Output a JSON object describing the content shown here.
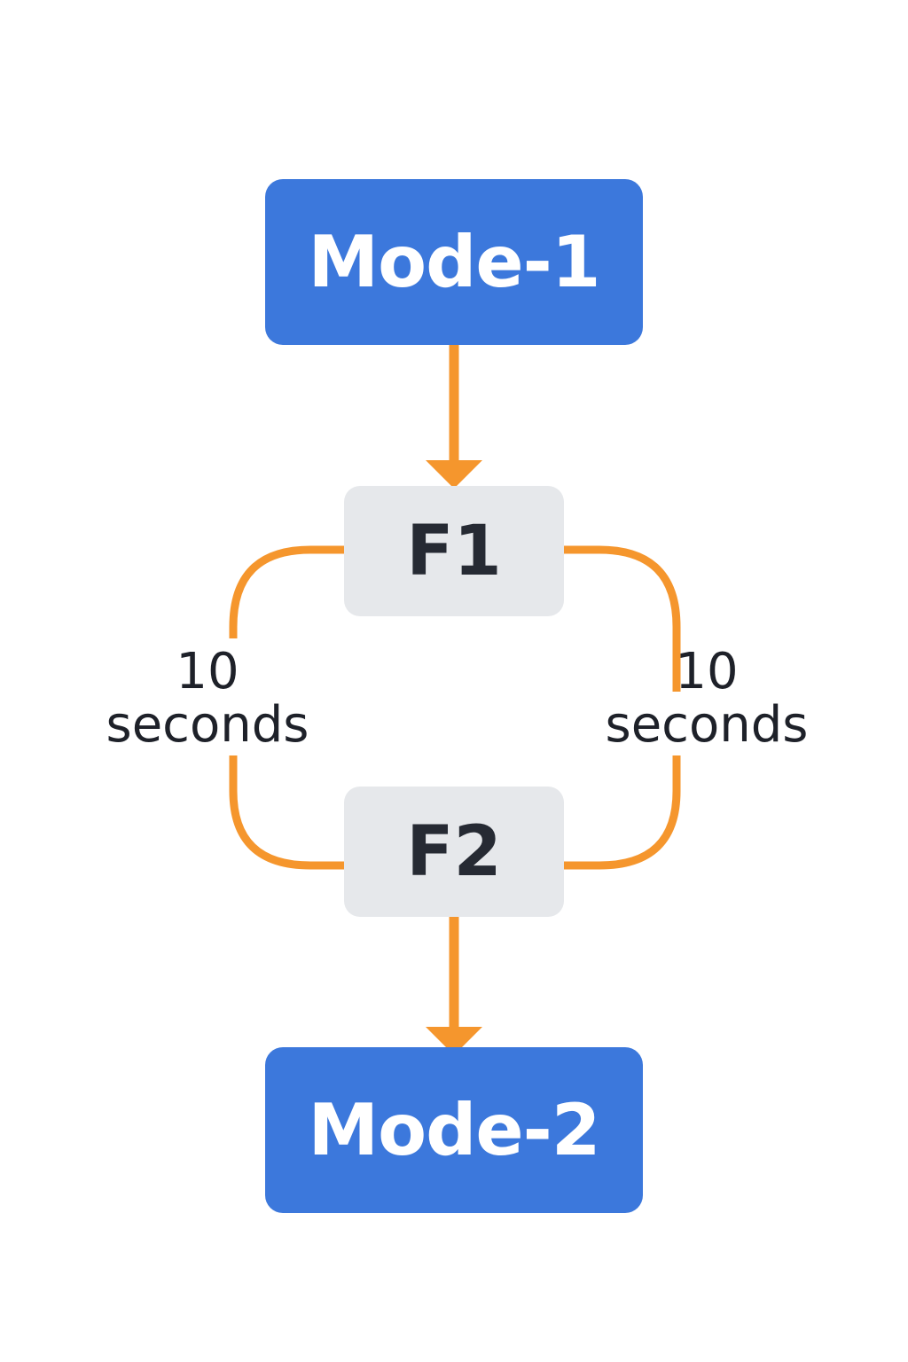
{
  "colors": {
    "mode_fill": "#3c78dc",
    "mode_text": "#ffffff",
    "state_fill": "#e6e8eb",
    "state_text": "#262a33",
    "connector": "#f5962d",
    "label_text": "#1e2129"
  },
  "nodes": {
    "mode1": "Mode-1",
    "f1": "F1",
    "f2": "F2",
    "mode2": "Mode-2"
  },
  "edges": {
    "left_label": {
      "line1": "10",
      "line2": "seconds"
    },
    "right_label": {
      "line1": "10",
      "line2": "seconds"
    }
  }
}
